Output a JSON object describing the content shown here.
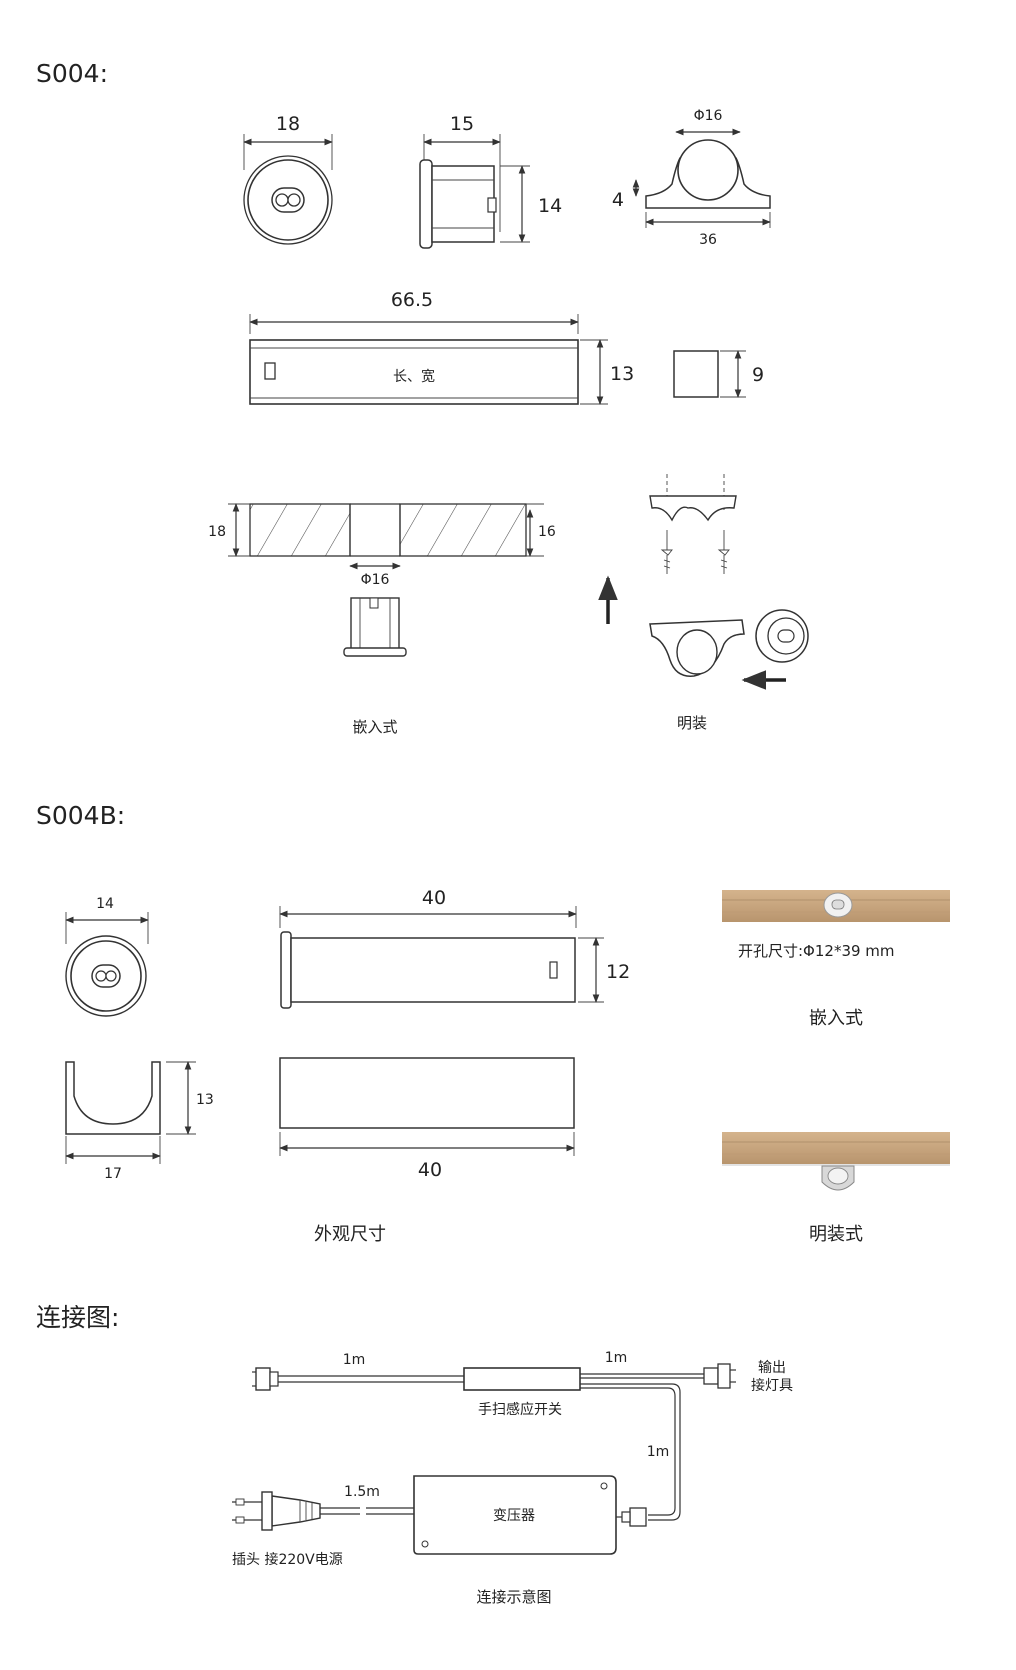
{
  "sections": {
    "s004": "S004:",
    "s004b": "S004B:",
    "connection": "连接图:"
  },
  "s004": {
    "dims": {
      "diameter": "18",
      "depth": "15",
      "height": "14",
      "clip_diameter": "Φ16",
      "clip_thickness": "4",
      "clip_width": "36",
      "length": "66.5",
      "bar_label": "长、宽",
      "bar_height": "13",
      "bar_end": "9",
      "board_thickness": "18",
      "hole_depth": "16",
      "hole_diameter": "Φ16"
    },
    "captions": {
      "recessed": "嵌入式",
      "surface": "明装"
    }
  },
  "s004b": {
    "dims": {
      "diameter": "14",
      "length_top": "40",
      "height": "12",
      "clip_height": "13",
      "clip_width": "17",
      "length_bottom": "40"
    },
    "hole_spec": "开孔尺寸:Φ12*39 mm",
    "captions": {
      "recessed": "嵌入式",
      "surface": "明装式",
      "appearance": "外观尺寸"
    }
  },
  "wiring": {
    "len_input": "1m",
    "len_output": "1m",
    "len_down": "1m",
    "len_plug": "1.5m",
    "output_line1": "输出",
    "output_line2": "接灯具",
    "switch_label": "手扫感应开关",
    "transformer_label": "变压器",
    "plug_label": "插头  接220V电源",
    "caption": "连接示意图"
  },
  "colors": {
    "wood": "#c7a57e",
    "wood_dark": "#a98763",
    "line": "#333333"
  }
}
